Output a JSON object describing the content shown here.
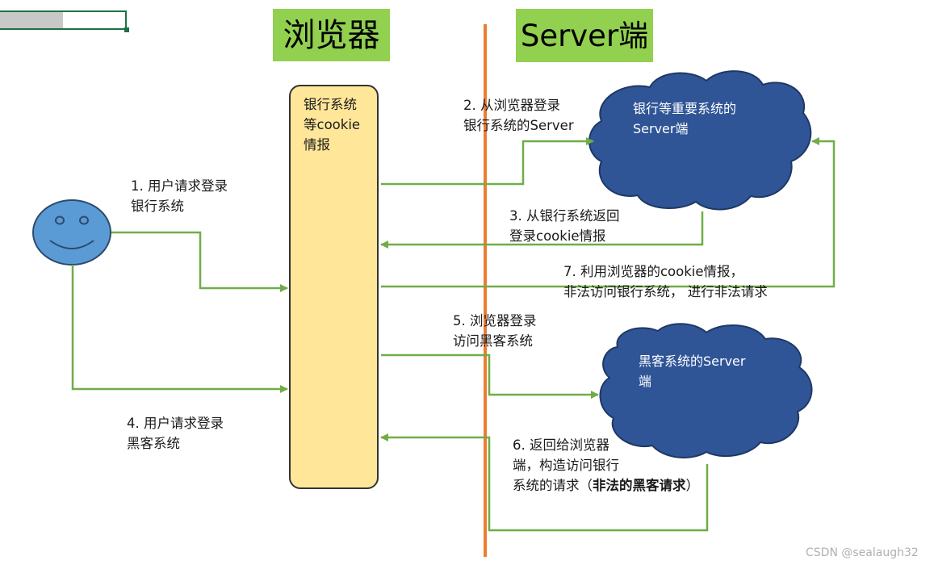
{
  "headers": {
    "browser": "浏览器",
    "server": "Server端"
  },
  "browser_bar": {
    "line1": "银行系统",
    "line2": "等cookie",
    "line3": "情报"
  },
  "clouds": {
    "bank": {
      "line1": "银行等重要系统的",
      "line2": "Server端"
    },
    "hacker": {
      "line1": "黑客系统的Server",
      "line2": "端"
    }
  },
  "steps": {
    "s1": {
      "line1": "1. 用户请求登录",
      "line2": "银行系统"
    },
    "s2": {
      "line1": "2. 从浏览器登录",
      "line2": "银行系统的Server"
    },
    "s3": {
      "line1": "3. 从银行系统返回",
      "line2": "登录cookie情报"
    },
    "s4": {
      "line1": "4. 用户请求登录",
      "line2": "黑客系统"
    },
    "s5": {
      "line1": "5. 浏览器登录",
      "line2": "访问黑客系统"
    },
    "s6": {
      "line1": "6. 返回给浏览器",
      "line2": "端，构造访问银行",
      "line3_a": "系统的请求（",
      "line3_b": "非法的黑客请求",
      "line3_c": "）"
    },
    "s7": {
      "line1": "7. 利用浏览器的cookie情报，",
      "line2": "非法访问银行系统， 进行非法请求"
    }
  },
  "watermark": "CSDN @sealaugh32",
  "colors": {
    "header_bg": "#92d050",
    "browser_fill": "#ffe699",
    "cloud_fill": "#2f5597",
    "face_fill": "#5b9bd5",
    "arrow": "#70ad47",
    "divider": "#ed7d31"
  }
}
